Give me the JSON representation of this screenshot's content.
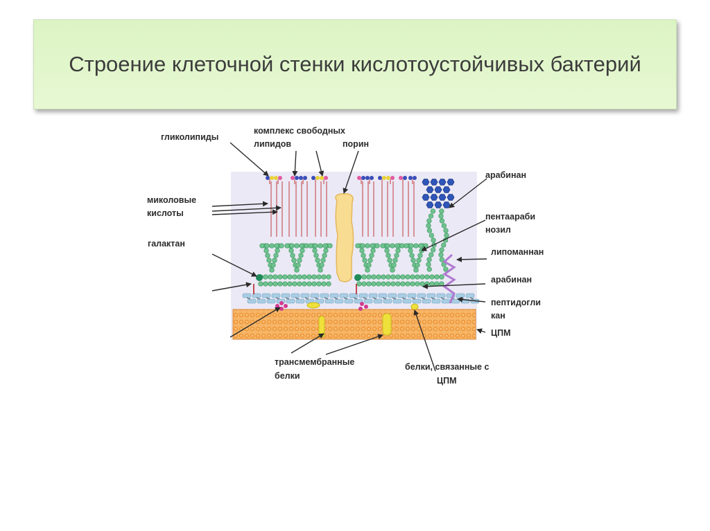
{
  "slide": {
    "title": "Строение клеточной стенки кислотоустойчивых бактерий"
  },
  "diagram": {
    "labels": {
      "glycolipids": "гликолипиды",
      "free_lipids_1": "комплекс свободных",
      "free_lipids_2": "липидов",
      "porin": "порин",
      "mycolic_1": "миколовые",
      "mycolic_2": "кислоты",
      "galactan": "галактан",
      "arabinan_top": "арабинан",
      "pentaarabinosyl_1": "пентаараби",
      "pentaarabinosyl_2": "нозил",
      "lipomannan": "липоманнан",
      "arabinan_bottom": "арабинан",
      "peptidoglycan_1": "пептидогли",
      "peptidoglycan_2": "кан",
      "cpm": "ЦПМ",
      "transmembrane_1": "трансмембранные",
      "transmembrane_2": "белки",
      "cpm_proteins_1": "белки, связанные с",
      "cpm_proteins_2": "ЦПМ"
    }
  },
  "colors": {
    "title_bg": "#dff5c8",
    "panel_bg": "#ebe9f5",
    "green_chain": "#6fc28f",
    "membrane": "#f3a24c",
    "porin": "#f7d98a",
    "arabinan_blue": "#2f56b8",
    "peptidoglycan": "#a8cde3",
    "lipomannan": "#b07ad1",
    "protein_yellow": "#efe13b"
  }
}
